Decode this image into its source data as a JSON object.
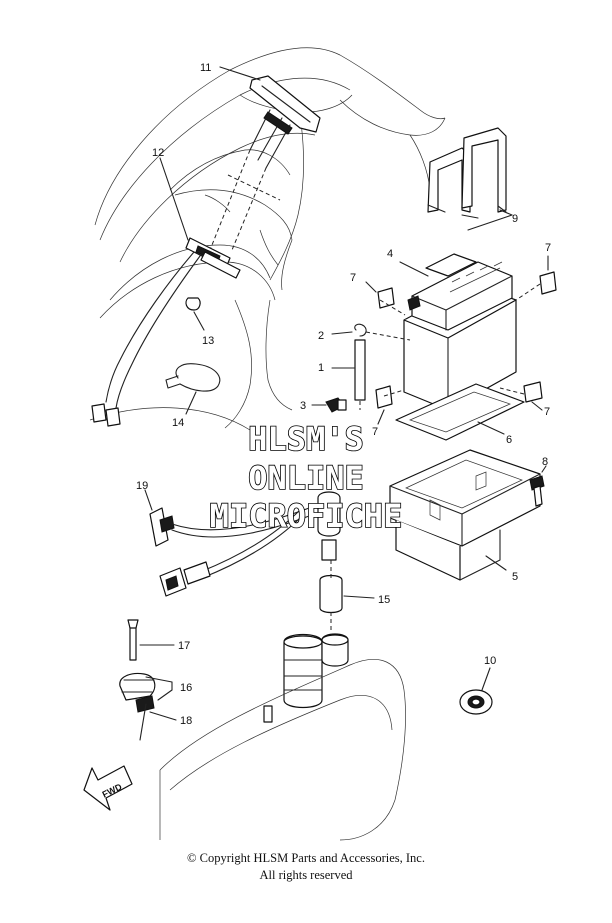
{
  "callouts": {
    "c1": "1",
    "c2": "2",
    "c3": "3",
    "c4": "4",
    "c5": "5",
    "c6": "6",
    "c7a": "7",
    "c7b": "7",
    "c7c": "7",
    "c7d": "7",
    "c8": "8",
    "c9": "9",
    "c10": "10",
    "c11": "11",
    "c12": "12",
    "c13": "13",
    "c14": "14",
    "c15": "15",
    "c16": "16",
    "c17": "17",
    "c18": "18",
    "c19": "19"
  },
  "watermark": {
    "line1": "HLSM'S",
    "line2": "ONLINE",
    "line3": "MICROFICHE"
  },
  "fwd_arrow": "FWD",
  "footer": {
    "copyright": "© Copyright HLSM Parts and Accessories, Inc.",
    "rights": "All rights reserved"
  }
}
